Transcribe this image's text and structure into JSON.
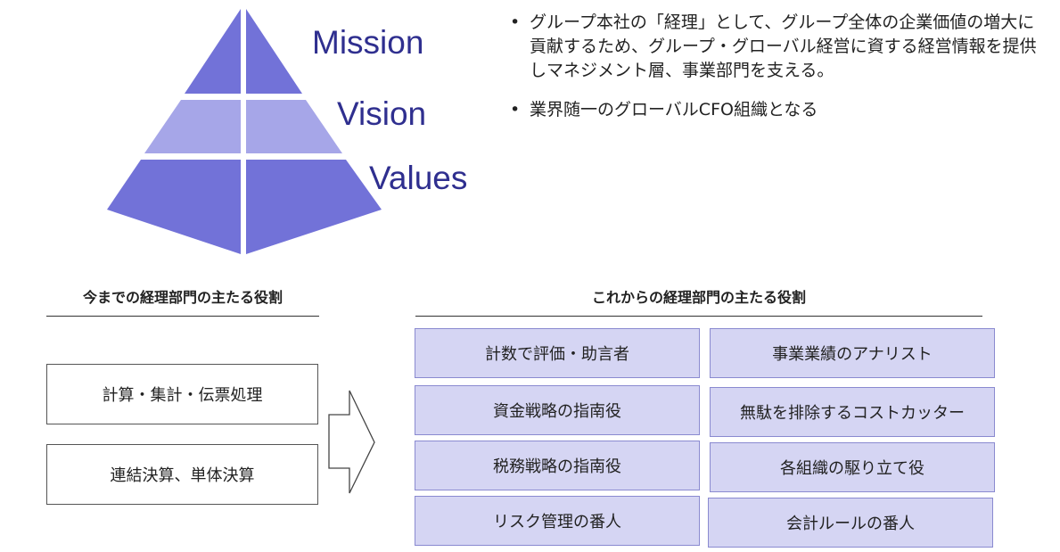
{
  "pyramid": {
    "labels": {
      "top": "Mission",
      "middle": "Vision",
      "bottom": "Values"
    },
    "colors": {
      "dark": "#7272d8",
      "light": "#a6a6e8",
      "text": "#2f2f8f"
    }
  },
  "bullets": [
    "グループ本社の「経理」として、グループ全体の企業価値の増大に貢献するため、グループ・グローバル経営に資する経営情報を提供しマネジメント層、事業部門を支える。",
    "業界随一のグローバルCFO組織となる"
  ],
  "bullet_symbol": "•",
  "past": {
    "heading": "今までの経理部門の主たる役割",
    "items": [
      "計算・集計・伝票処理",
      "連結決算、単体決算"
    ]
  },
  "future": {
    "heading": "これからの経理部門の主たる役割",
    "left": [
      "計数で評価・助言者",
      "資金戦略の指南役",
      "税務戦略の指南役",
      "リスク管理の番人"
    ],
    "right": [
      "事業業績のアナリスト",
      "無駄を排除するコストカッター",
      "各組織の駆り立て役",
      "会計ルールの番人"
    ]
  },
  "colors": {
    "box_fill": "#d5d5f3",
    "box_border": "#8a8ad0"
  }
}
